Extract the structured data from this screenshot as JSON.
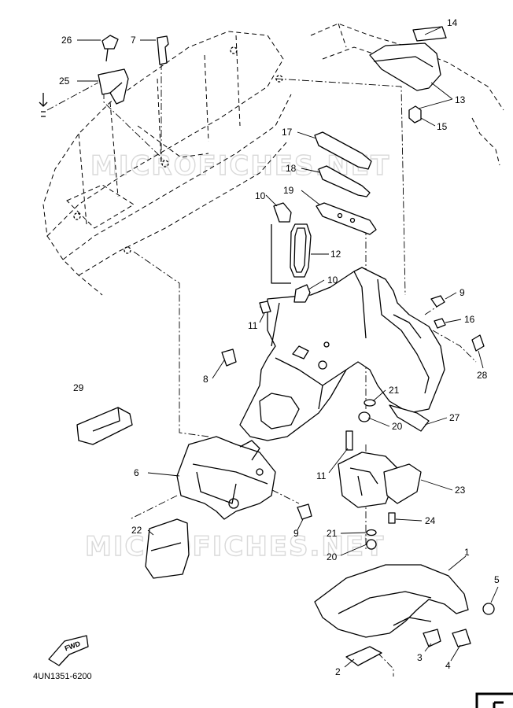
{
  "diagram": {
    "watermarks": [
      "MICROFICHES.NET",
      "MICROFICHES.NET"
    ],
    "diagram_code": "4UN1351-6200",
    "fwd_label": "FWD",
    "callouts": [
      {
        "id": "14",
        "label": "14"
      },
      {
        "id": "26",
        "label": "26"
      },
      {
        "id": "7",
        "label": "7"
      },
      {
        "id": "25",
        "label": "25"
      },
      {
        "id": "13",
        "label": "13"
      },
      {
        "id": "15",
        "label": "15"
      },
      {
        "id": "17",
        "label": "17"
      },
      {
        "id": "18",
        "label": "18"
      },
      {
        "id": "19",
        "label": "19"
      },
      {
        "id": "10a",
        "label": "10"
      },
      {
        "id": "12",
        "label": "12"
      },
      {
        "id": "10b",
        "label": "10"
      },
      {
        "id": "9a",
        "label": "9"
      },
      {
        "id": "16",
        "label": "16"
      },
      {
        "id": "11a",
        "label": "11"
      },
      {
        "id": "28",
        "label": "28"
      },
      {
        "id": "8",
        "label": "8"
      },
      {
        "id": "29",
        "label": "29"
      },
      {
        "id": "21a",
        "label": "21"
      },
      {
        "id": "20a",
        "label": "20"
      },
      {
        "id": "27",
        "label": "27"
      },
      {
        "id": "11b",
        "label": "11"
      },
      {
        "id": "6",
        "label": "6"
      },
      {
        "id": "23",
        "label": "23"
      },
      {
        "id": "9b",
        "label": "9"
      },
      {
        "id": "24",
        "label": "24"
      },
      {
        "id": "22",
        "label": "22"
      },
      {
        "id": "21b",
        "label": "21"
      },
      {
        "id": "20b",
        "label": "20"
      },
      {
        "id": "1",
        "label": "1"
      },
      {
        "id": "5",
        "label": "5"
      },
      {
        "id": "3",
        "label": "3"
      },
      {
        "id": "4",
        "label": "4"
      },
      {
        "id": "2",
        "label": "2"
      }
    ]
  }
}
